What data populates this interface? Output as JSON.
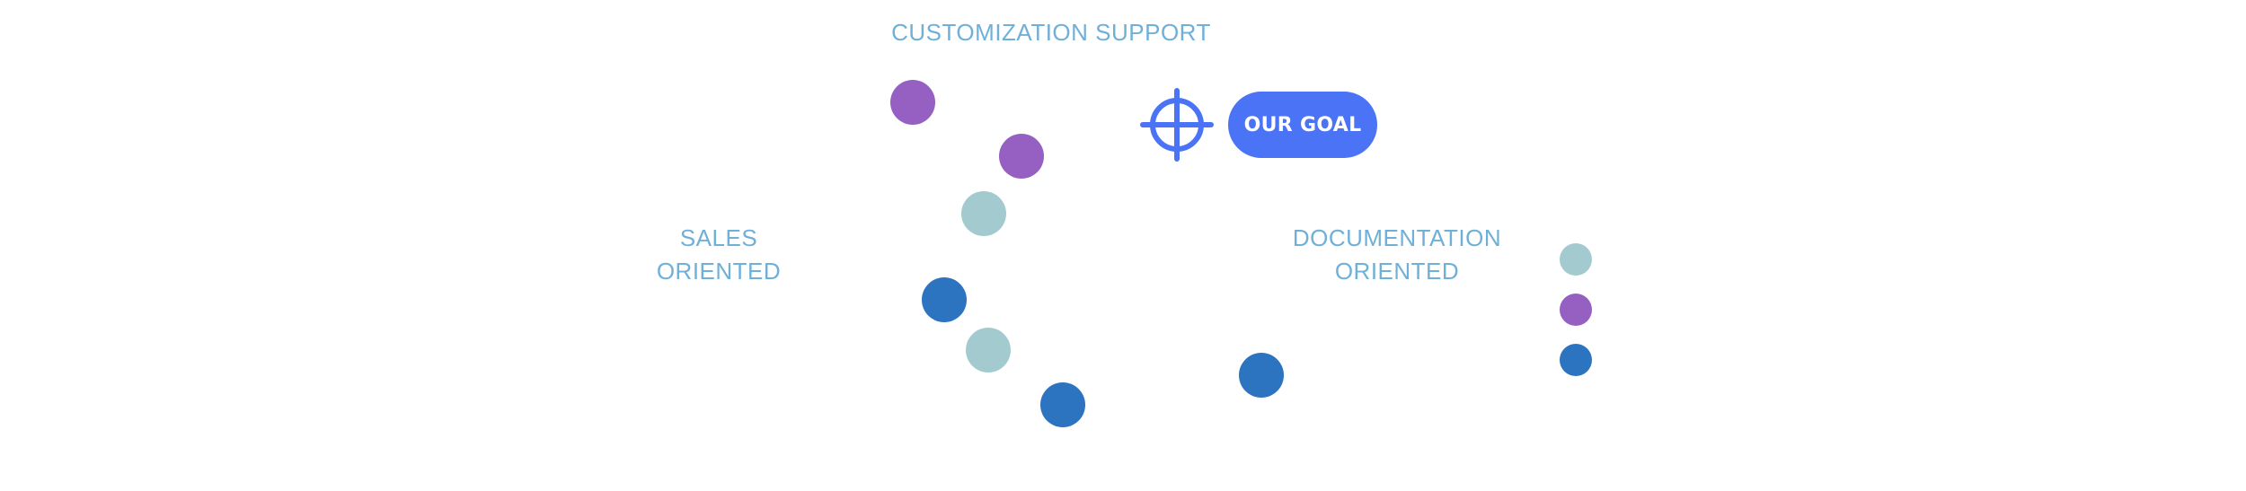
{
  "labels": {
    "top": "CUSTOMIZATION SUPPORT",
    "left_line1": "SALES",
    "left_line2": "ORIENTED",
    "right_line1": "DOCUMENTATION",
    "right_line2": "ORIENTED"
  },
  "goal": {
    "label": "OUR GOAL",
    "icon": "crosshair-target-icon",
    "color": "#4a73f5"
  },
  "colors": {
    "purple": "#9560c2",
    "teal": "#a3cbcf",
    "blue": "#2c74bf",
    "label_text": "#6fb0d8"
  },
  "legend": [
    "teal",
    "purple",
    "blue"
  ]
}
